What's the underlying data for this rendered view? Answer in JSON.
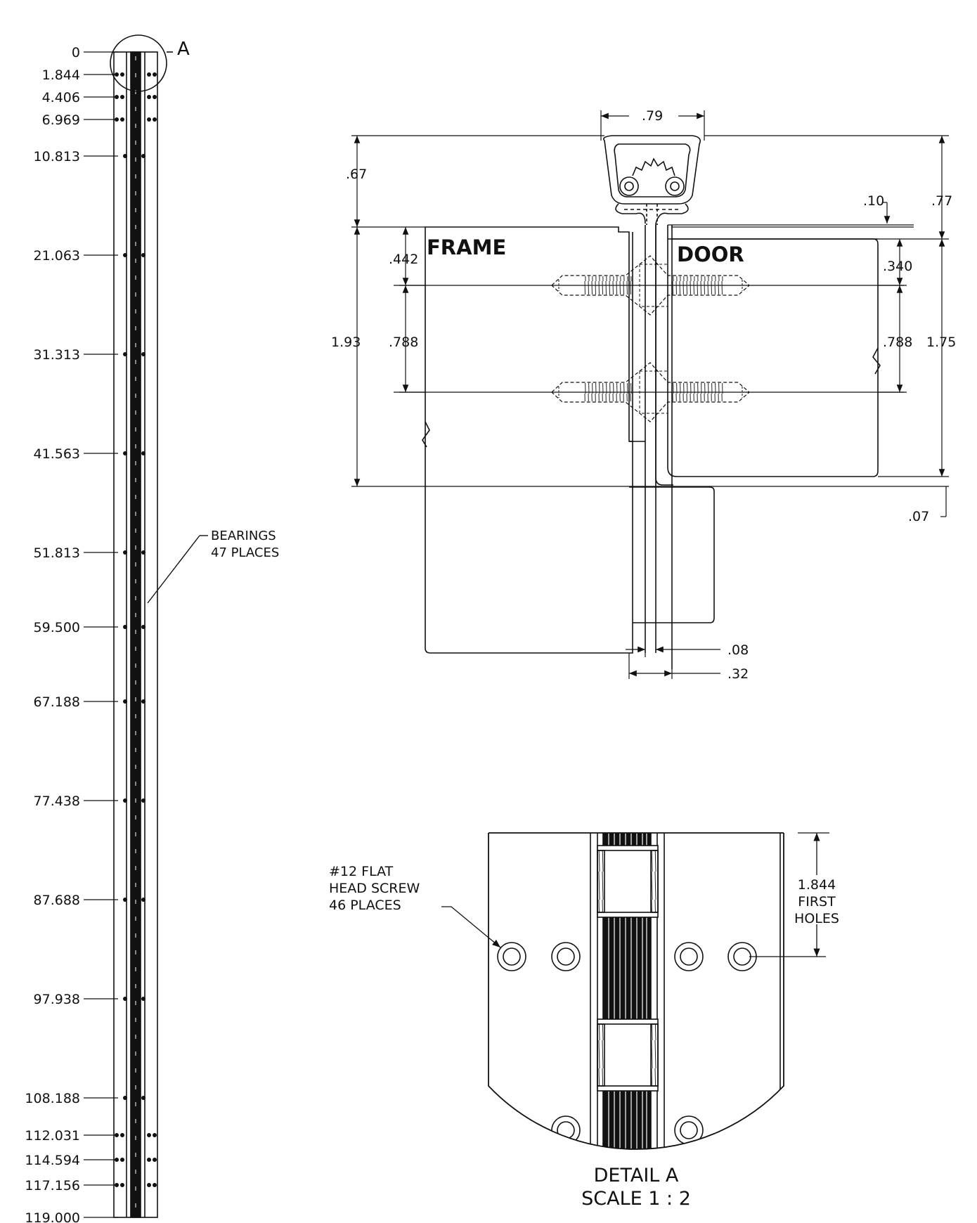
{
  "strip_view": {
    "detail_marker": "A",
    "positions": [
      "0",
      "1.844",
      "4.406",
      "6.969",
      "10.813",
      "21.063",
      "31.313",
      "41.563",
      "51.813",
      "59.500",
      "67.188",
      "77.438",
      "87.688",
      "97.938",
      "108.188",
      "112.031",
      "114.594",
      "117.156",
      "119.000"
    ],
    "bearings_label": [
      "BEARINGS",
      "47 PLACES"
    ]
  },
  "section_view": {
    "frame_label": "FRAME",
    "door_label": "DOOR",
    "dims": {
      "top_width": ".79",
      "left_top": ".67",
      "left_overall": "1.93",
      "left_first_hole": ".442",
      "left_spacing": ".788",
      "right_gap": ".10",
      "right_overall_top": ".77",
      "right_first_hole": ".340",
      "right_spacing": ".788",
      "right_overall": "1.75",
      "bottom_gap": ".07",
      "pin_width": ".08",
      "leaf_width": ".32"
    }
  },
  "detail_view": {
    "screw_note": [
      "#12 FLAT",
      "HEAD SCREW",
      "46 PLACES"
    ],
    "first_holes_note": [
      "1.844",
      "FIRST",
      "HOLES"
    ],
    "caption": [
      "DETAIL A",
      "SCALE 1 : 2"
    ]
  }
}
